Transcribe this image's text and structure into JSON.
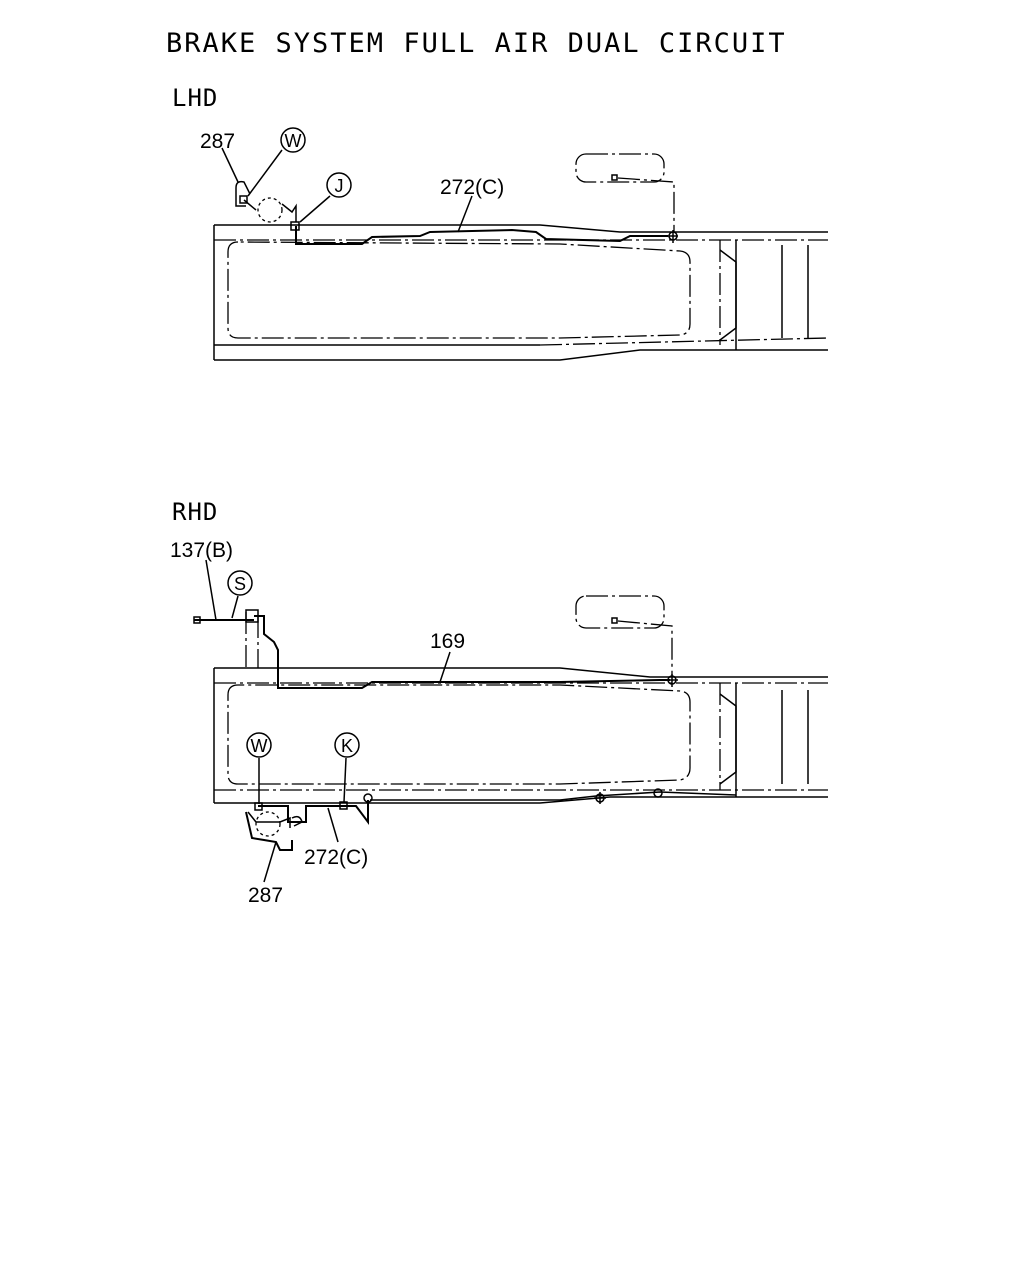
{
  "title": "BRAKE SYSTEM FULL AIR DUAL CIRCUIT",
  "sections": {
    "lhd": {
      "label": "LHD",
      "part_labels": {
        "p287": "287",
        "p272c": "272(C)"
      },
      "callouts": {
        "w": "W",
        "j": "J"
      }
    },
    "rhd": {
      "label": "RHD",
      "part_labels": {
        "p137b": "137(B)",
        "p169": "169",
        "p272c": "272(C)",
        "p287": "287"
      },
      "callouts": {
        "s": "S",
        "w": "W",
        "k": "K"
      }
    }
  }
}
